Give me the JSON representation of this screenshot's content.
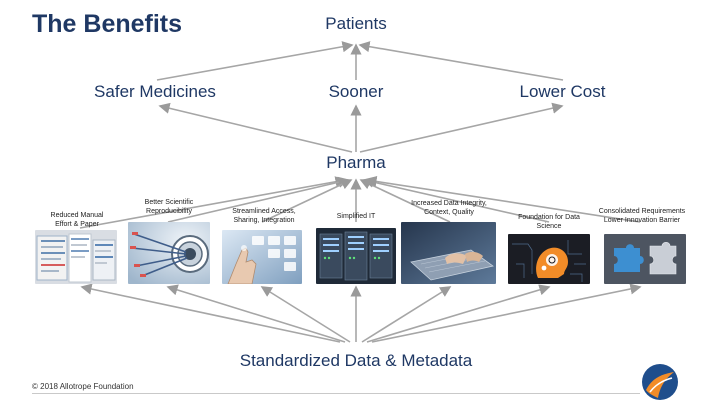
{
  "title": "The Benefits",
  "top_label": "Patients",
  "benefits": {
    "safer": "Safer Medicines",
    "sooner": "Sooner",
    "lower_cost": "Lower Cost"
  },
  "middle_label": "Pharma",
  "bottom_label": "Standardized Data & Metadata",
  "items": [
    {
      "caption": "Reduced Manual Effort & Paper"
    },
    {
      "caption": "Better Scientific Reproducibility"
    },
    {
      "caption": "Streamlined Access, Sharing, Integration"
    },
    {
      "caption": "Simplified IT"
    },
    {
      "caption": "Increased Data Integrity, Context, Quality"
    },
    {
      "caption": "Foundation for Data Science"
    },
    {
      "caption": "Consolidated Requirements Lower Innovation Barrier"
    }
  ],
  "footer": "© 2018 Allotrope Foundation",
  "colors": {
    "title": "#1f3864",
    "arrows": "#a6a6a6",
    "accent": "#f28c28"
  }
}
